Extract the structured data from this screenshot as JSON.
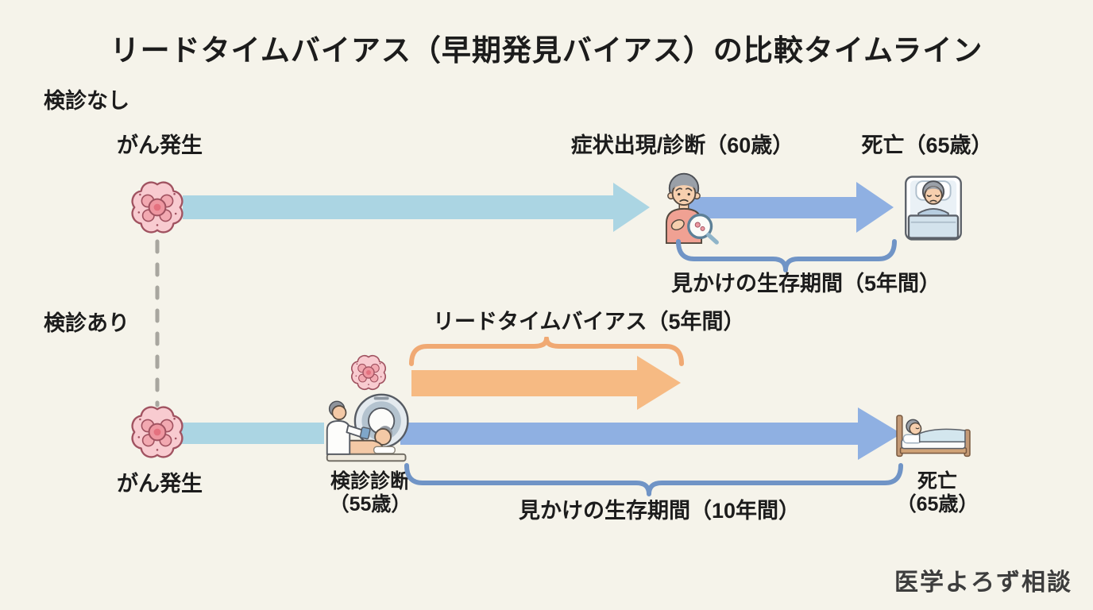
{
  "title": "リードタイムバイアス（早期発見バイアス）の比較タイムライン",
  "rows": {
    "top": {
      "label": "検診なし",
      "onset": "がん発生",
      "diagnosis": "症状出現/診断（60歳）",
      "death": "死亡（65歳）",
      "survival": "見かけの生存期間（5年間）"
    },
    "bottom": {
      "label": "検診あり",
      "onset": "がん発生",
      "lead_time": "リードタイムバイアス（5年間）",
      "diagnosis_line1": "検診診断",
      "diagnosis_line2": "（55歳）",
      "death_line1": "死亡",
      "death_line2": "（65歳）",
      "survival": "見かけの生存期間（10年間）"
    }
  },
  "watermark": "医学よろず相談",
  "colors": {
    "background": "#f5f3ea",
    "arrow_presymptomatic": "#abd5e3",
    "arrow_clinical": "#8fb0e2",
    "arrow_lead_time": "#f6ba83",
    "brace_blue": "#7094c6",
    "brace_orange": "#f0a973",
    "text": "#1c1c1c",
    "watermark": "#3d3d3d"
  },
  "icons": {
    "cancer-cell-icon": "pink scalloped cell cluster",
    "patient-symptom-icon": "worried man with magnifying glass over cells",
    "death-bed-top-icon": "person lying in bed, top view, eyes closed",
    "ct-scanner-icon": "doctor operating CT scanner with patient",
    "death-bed-side-icon": "person lying in bed, side view",
    "dashed-connector-icon": "vertical dashed line between onsets"
  }
}
